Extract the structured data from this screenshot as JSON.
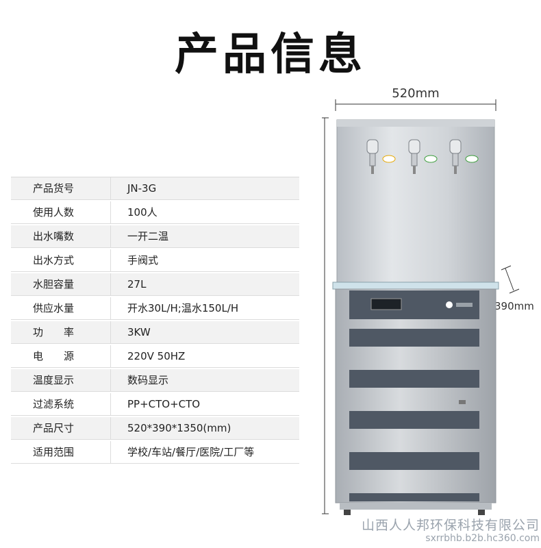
{
  "title": "产品信息",
  "specs": [
    {
      "label": "产品货号",
      "value": "JN-3G"
    },
    {
      "label": "使用人数",
      "value": "100人"
    },
    {
      "label": "出水嘴数",
      "value": "一开二温"
    },
    {
      "label": "出水方式",
      "value": "手阀式"
    },
    {
      "label": "水胆容量",
      "value": "27L"
    },
    {
      "label": "供应水量",
      "value": "开水30L/H;温水150L/H"
    },
    {
      "label": "功　　率",
      "value": "3KW"
    },
    {
      "label": "电　　源",
      "value": "220V  50HZ"
    },
    {
      "label": "温度显示",
      "value": "数码显示"
    },
    {
      "label": "过滤系统",
      "value": "PP+CTO+CTO"
    },
    {
      "label": "产品尺寸",
      "value": "520*390*1350(mm)"
    },
    {
      "label": "适用范围",
      "value": "学校/车站/餐厅/医院/工厂等"
    }
  ],
  "dimensions": {
    "width": "520mm",
    "height": "1350mm",
    "depth": "390mm"
  },
  "watermark": {
    "company": "山西人人邦环保科技有限公司",
    "url": "sxrrbhb.b2b.hc360.com"
  },
  "colors": {
    "cabinet_steel": "#c7ccd1",
    "panel_dark": "#505a66",
    "text": "#222222"
  }
}
